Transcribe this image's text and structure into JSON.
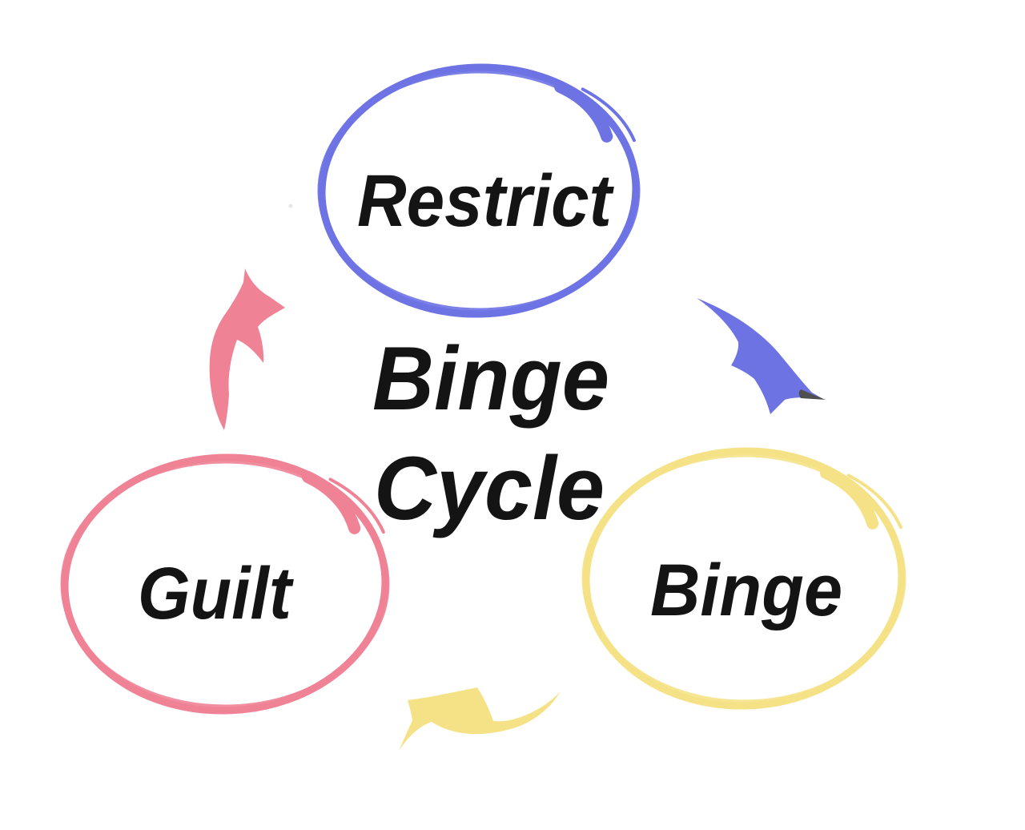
{
  "diagram": {
    "background": "#ffffff",
    "text_color": "#141414",
    "title": {
      "line1": "Binge",
      "line2": "Cycle"
    },
    "nodes": {
      "restrict": {
        "label": "Restrict",
        "color": "#6e73e4"
      },
      "binge": {
        "label": "Binge",
        "color": "#f5e287"
      },
      "guilt": {
        "label": "Guilt",
        "color": "#f08296"
      }
    },
    "arrows": {
      "restrict_to_binge": {
        "color": "#6e73e4",
        "tip_color": "#4f4f4f"
      },
      "binge_to_guilt": {
        "color": "#f5e287"
      },
      "guilt_to_restrict": {
        "color": "#f08296"
      }
    }
  }
}
